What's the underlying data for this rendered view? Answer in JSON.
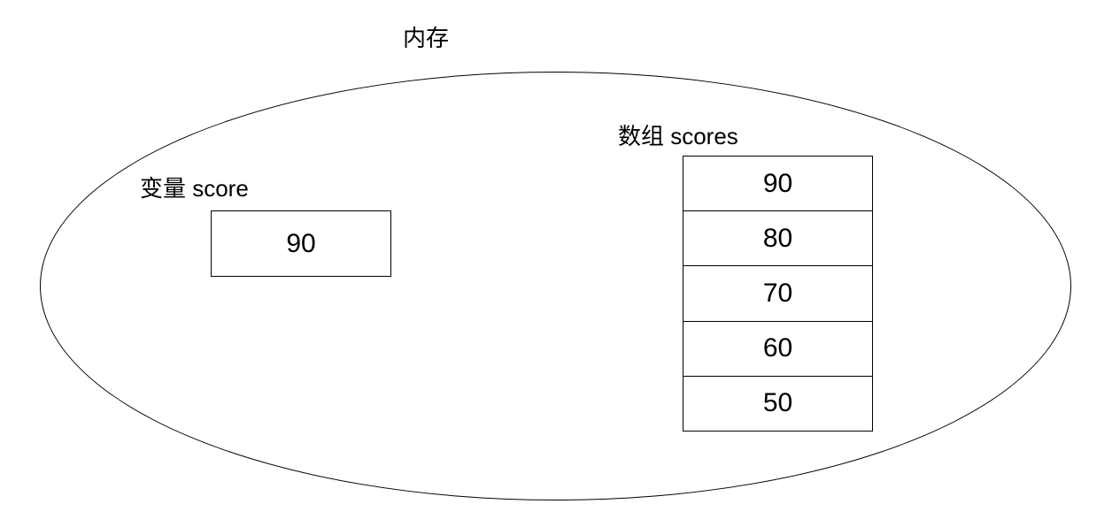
{
  "diagram": {
    "title": "内存",
    "variable": {
      "label": "变量 score",
      "value": "90"
    },
    "array": {
      "label": "数组 scores",
      "cells": [
        "90",
        "80",
        "70",
        "60",
        "50"
      ]
    }
  },
  "colors": {
    "stroke": "#000000",
    "background": "#ffffff",
    "text": "#000000"
  }
}
